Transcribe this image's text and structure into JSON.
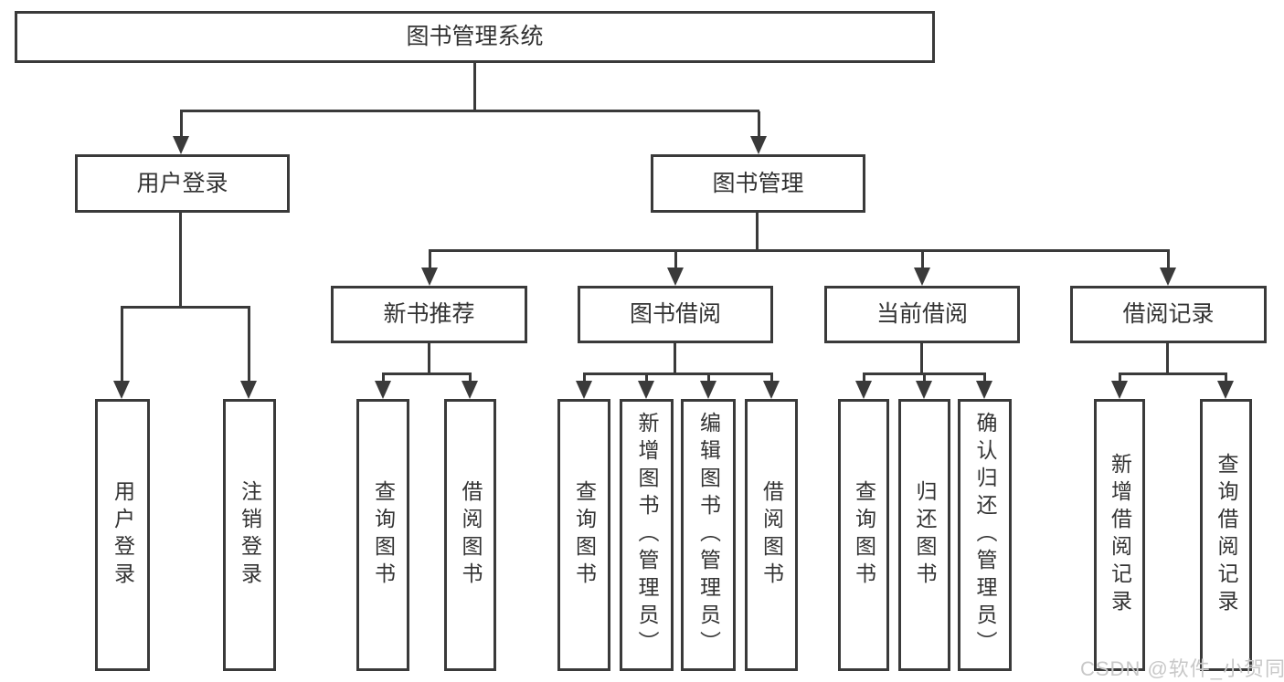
{
  "tree": {
    "root": {
      "label": "图书管理系统"
    },
    "branches": [
      {
        "label": "用户登录",
        "children": [
          {
            "label": "用户登录"
          },
          {
            "label": "注销登录"
          }
        ]
      },
      {
        "label": "图书管理",
        "children": [
          {
            "label": "新书推荐",
            "children": [
              {
                "label": "查询图书"
              },
              {
                "label": "借阅图书"
              }
            ]
          },
          {
            "label": "图书借阅",
            "children": [
              {
                "label": "查询图书"
              },
              {
                "label": "新增图书（管理员）"
              },
              {
                "label": "编辑图书（管理员）"
              },
              {
                "label": "借阅图书"
              }
            ]
          },
          {
            "label": "当前借阅",
            "children": [
              {
                "label": "查询图书"
              },
              {
                "label": "归还图书"
              },
              {
                "label": "确认归还（管理员）"
              }
            ]
          },
          {
            "label": "借阅记录",
            "children": [
              {
                "label": "新增借阅记录"
              },
              {
                "label": "查询借阅记录"
              }
            ]
          }
        ]
      }
    ]
  },
  "watermark": {
    "text": "CSDN @软件_小贺同学"
  },
  "colors": {
    "line": "#3a3a3a",
    "text": "#333333",
    "watermark": "#c8c8c8",
    "background": "#ffffff"
  }
}
